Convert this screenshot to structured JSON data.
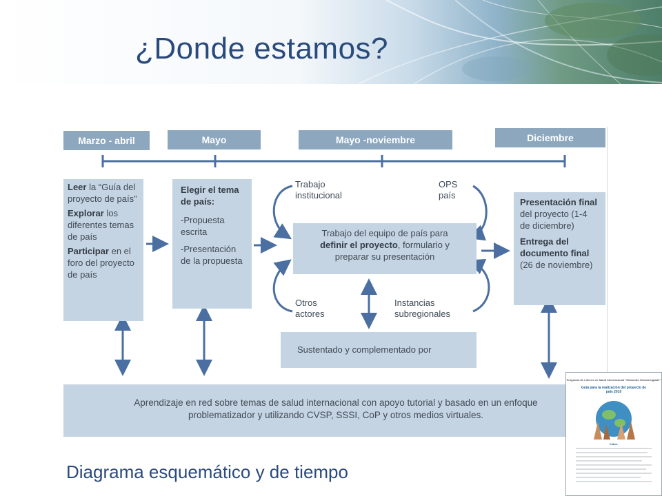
{
  "slide": {
    "title": "¿Donde estamos?",
    "caption": "Diagrama esquemático y de tiempo"
  },
  "timeline": {
    "periods": [
      "Marzo - abril",
      "Mayo",
      "Mayo -noviembre",
      "Diciembre"
    ]
  },
  "boxes": {
    "col1": {
      "leer_bold": "Leer",
      "leer_rest": " la “Guía del proyecto de país”",
      "explorar_bold": "Explorar",
      "explorar_rest": " los diferentes temas de país",
      "participar_bold": "Participar",
      "participar_rest": " en el foro del proyecto de país"
    },
    "col2": {
      "heading": "Elegir el tema de país:",
      "item1": "-Propuesta escrita",
      "item2": "-Presentación de la propuesta"
    },
    "center": {
      "line1": "Trabajo del equipo de país para",
      "line2_bold": "definir el proyecto",
      "line2_rest": ", formulario y",
      "line3": "preparar su presentación"
    },
    "support": {
      "text": "Sustentado y complementado por"
    },
    "col4": {
      "pres_bold": "Presentación final",
      "pres_rest": " del proyecto (1-4 de diciembre)",
      "entrega_bold": "Entrega del documento final",
      "entrega_rest": " (26 de noviembre)"
    },
    "bottom": {
      "line1": "Aprendizaje en red sobre temas de salud internacional con apoyo tutorial y basado en un enfoque",
      "line2": "problematizador y utilizando CVSP, SSSI, CoP y otros medios virtuales."
    }
  },
  "labels": {
    "trabajo": "Trabajo",
    "institucional": "institucional",
    "ops": "OPS",
    "pais": "país",
    "otros": "Otros",
    "actores": "actores",
    "instancias": "Instancias",
    "subregionales": "subregionales"
  },
  "thumbnail": {
    "header": "Programa de Líderes en Salud Internacional “Edmundo Granda Ugalde”",
    "title": "Guía para la realización del proyecto de país 2010",
    "index_label": "Índice"
  },
  "colors": {
    "header_fill": "#8da7bf",
    "box_fill": "#c5d4e2",
    "arrow": "#4a6fa0",
    "title": "#2a4a7c"
  }
}
